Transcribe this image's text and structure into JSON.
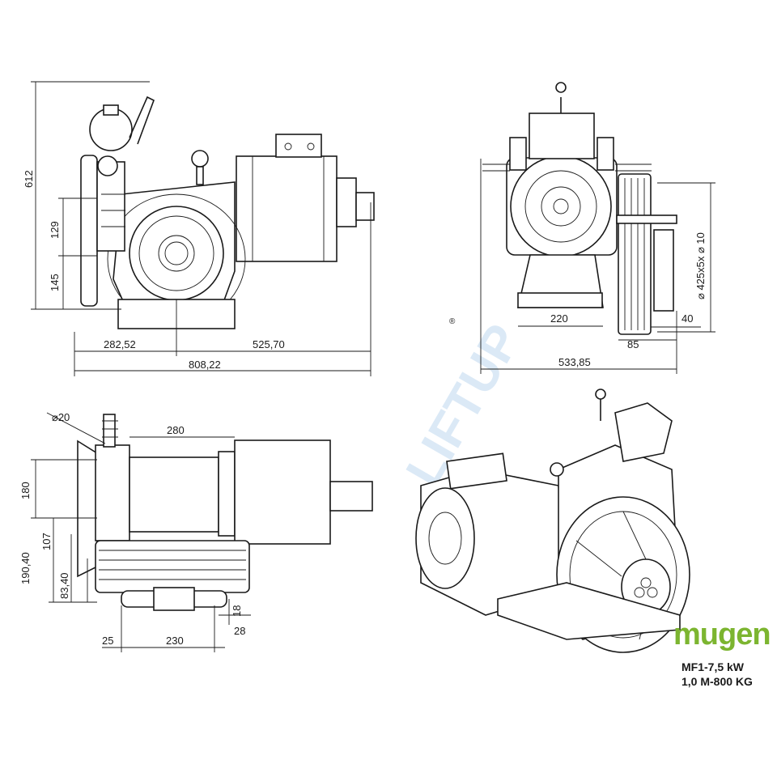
{
  "watermark": {
    "text": "LIFTUP",
    "registered": "®"
  },
  "brand": {
    "name": "mugen",
    "color": "#7cb530"
  },
  "model": {
    "line1": "MF1-7,5 kW",
    "line2": "1,0 M-800 KG"
  },
  "front_view": {
    "height_total": "612",
    "dim_129": "129",
    "dim_145": "145",
    "dim_282": "282,52",
    "dim_525": "525,70",
    "dim_808": "808,22"
  },
  "side_view": {
    "base_width": "220",
    "pulley_label": "⌀ 425x5x ⌀ 10",
    "dim_40": "40",
    "dim_85": "85",
    "overall": "533,85"
  },
  "top_view": {
    "spring_dia": "⌀20",
    "dim_280": "280",
    "dim_180": "180",
    "dim_107": "107",
    "dim_190": "190,40",
    "dim_83": "83,40",
    "dim_18": "18",
    "dim_28": "28",
    "dim_25": "25",
    "dim_230": "230"
  }
}
